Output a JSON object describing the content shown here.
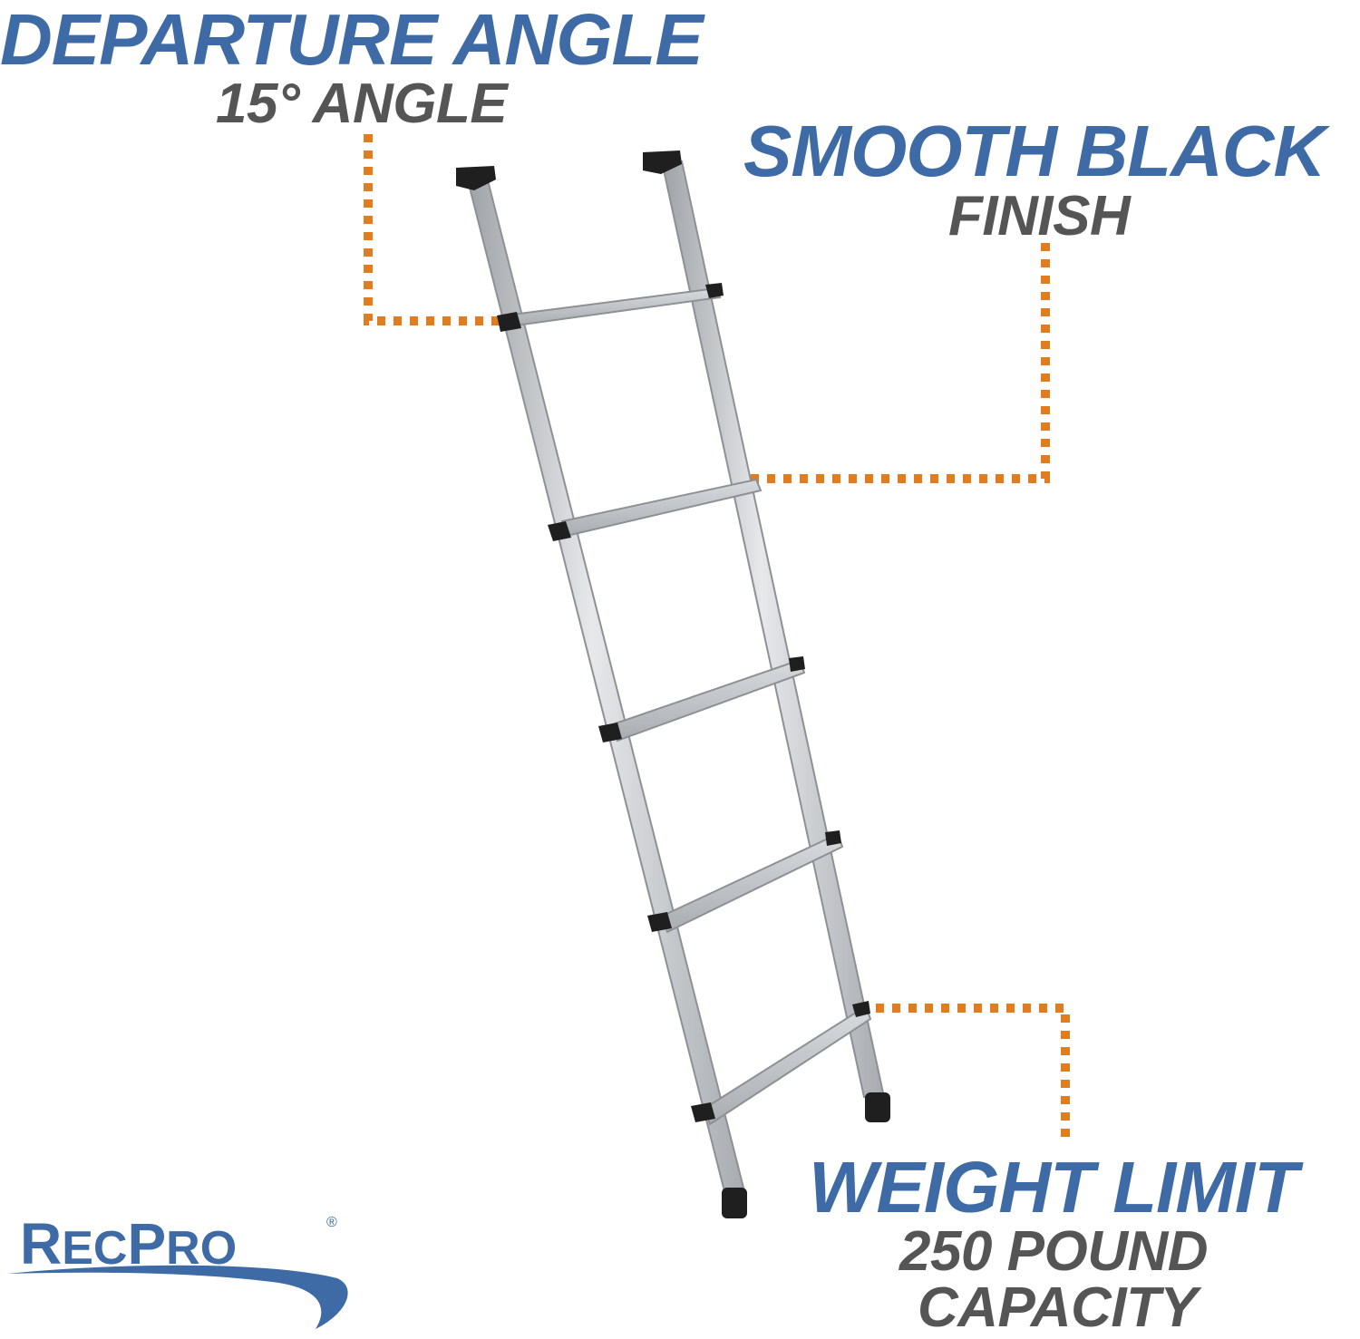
{
  "callouts": {
    "departure": {
      "title": "DEPARTURE ANGLE",
      "subtitle": "15° ANGLE"
    },
    "finish": {
      "title": "SMOOTH BLACK",
      "subtitle": "FINISH"
    },
    "weight": {
      "title": "WEIGHT LIMIT",
      "subtitle_line1": "250 POUND",
      "subtitle_line2": "CAPACITY"
    }
  },
  "logo": {
    "r": "R",
    "ec": "EC",
    "p": "P",
    "ro": "RO",
    "registered": "®"
  },
  "colors": {
    "primary": "#3e6aa6",
    "secondary": "#555555",
    "accent": "#e07d1f",
    "rail": "#c4c7ca",
    "cap": "#1f1f1f"
  }
}
